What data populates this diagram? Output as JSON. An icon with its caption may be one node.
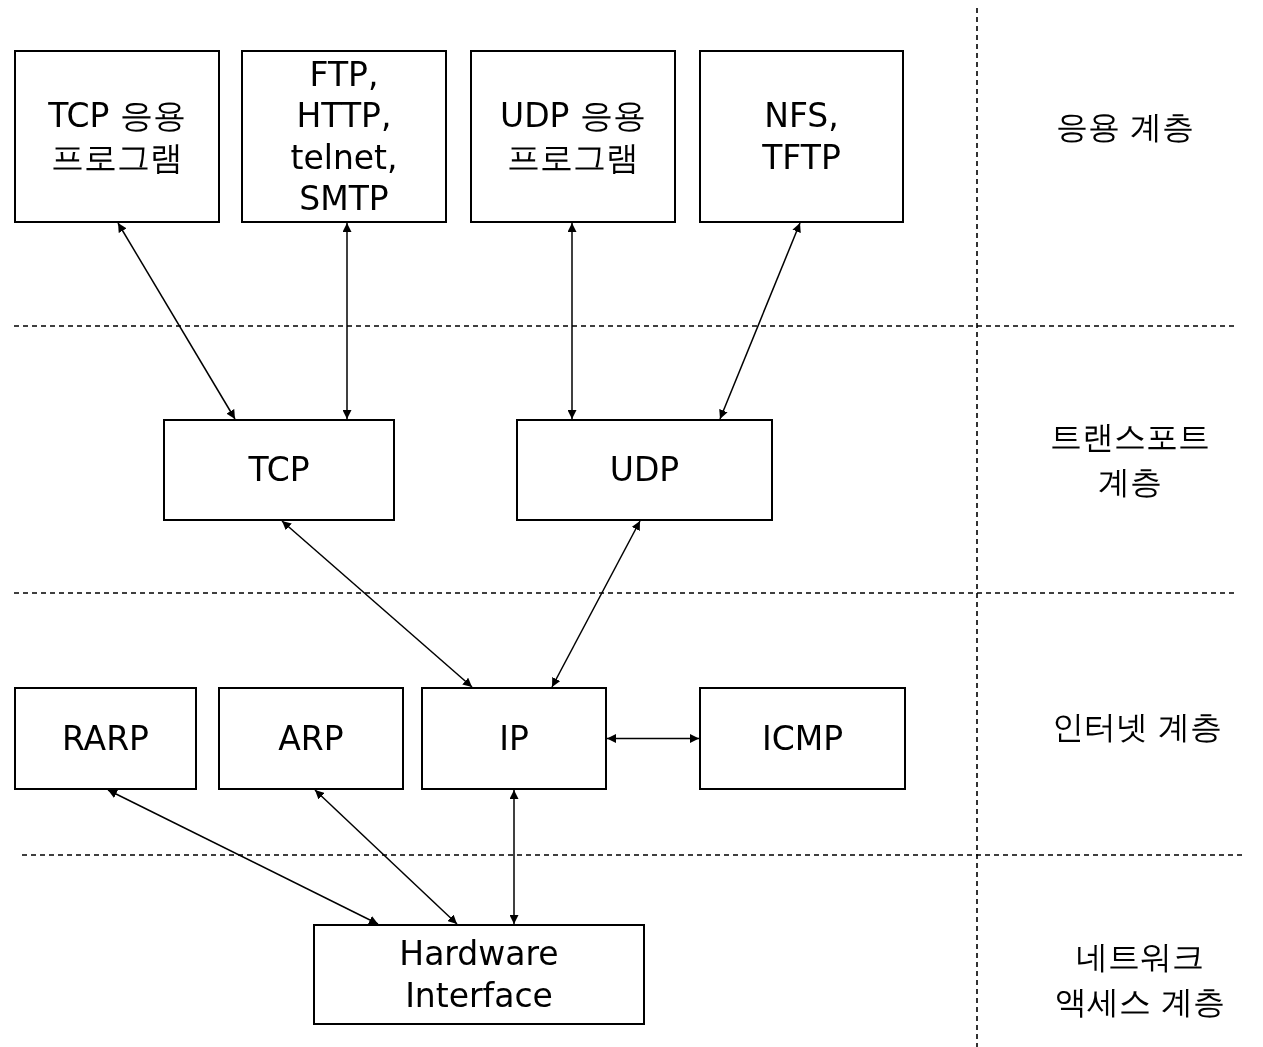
{
  "diagram": {
    "nodes": [
      {
        "text": [
          "TCP 응용 프로그램"
        ]
      },
      {
        "text": [
          "FTP, HTTP, telnet, SMTP"
        ]
      },
      {
        "text": [
          "UDP 응용 프로그램"
        ]
      },
      {
        "text": [
          "NFS, TFTP"
        ]
      },
      {
        "text": [
          "TCP"
        ]
      },
      {
        "text": [
          "UDP"
        ]
      },
      {
        "text": [
          "RARP"
        ]
      },
      {
        "text": [
          "ARP"
        ]
      },
      {
        "text": [
          "IP"
        ]
      },
      {
        "text": [
          "ICMP"
        ]
      },
      {
        "text": [
          "Hardware Interface"
        ]
      }
    ],
    "edges": [
      {
        "from": 0,
        "to": 4,
        "arrow": "both"
      },
      {
        "from": 1,
        "to": 4,
        "arrow": "both"
      },
      {
        "from": 2,
        "to": 5,
        "arrow": "both"
      },
      {
        "from": 3,
        "to": 5,
        "arrow": "both"
      },
      {
        "from": 4,
        "to": 8,
        "arrow": "both"
      },
      {
        "from": 5,
        "to": 8,
        "arrow": "both"
      },
      {
        "from": 8,
        "to": 9,
        "arrow": "both"
      },
      {
        "from": 6,
        "to": 10,
        "arrow": "both"
      },
      {
        "from": 7,
        "to": 10,
        "arrow": "both"
      },
      {
        "from": 8,
        "to": 10,
        "arrow": "both"
      }
    ],
    "labels": [
      "응용 계층",
      "트랜스포트 계층",
      "인터넷 계층",
      "네트워크 액세스 계층"
    ]
  }
}
